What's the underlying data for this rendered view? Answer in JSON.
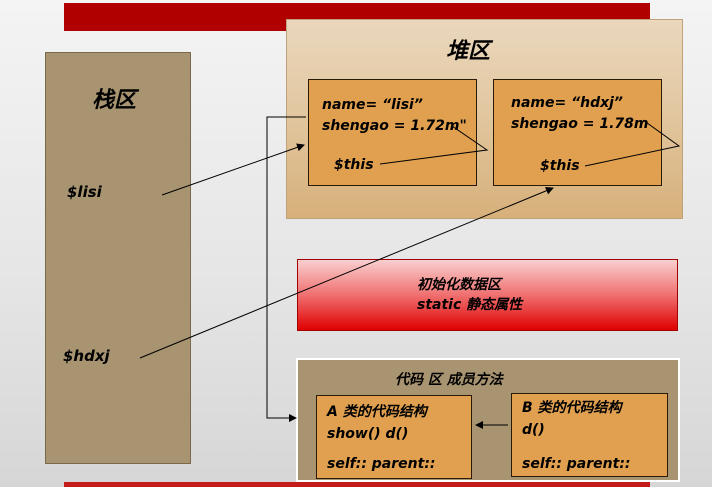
{
  "stack": {
    "title": "栈区",
    "var_lisi": "$lisi",
    "var_hdxj": "$hdxj"
  },
  "heap": {
    "title": "堆区",
    "objects": [
      {
        "name_line": "name= “lisi”",
        "height_line": "shengao = 1.72m\"",
        "this_label": "$this"
      },
      {
        "name_line": "name= “hdxj”",
        "height_line": "shengao = 1.78m",
        "this_label": "$this"
      }
    ]
  },
  "init_area": {
    "line1": "初始化数据区",
    "line2": "static 静态属性"
  },
  "code_area": {
    "title": "代码 区    成员方法",
    "class_a": {
      "line1": "A 类的代码结构",
      "line2": "show()   d()",
      "line3": "self::   parent::"
    },
    "class_b": {
      "line1": "B 类的代码结构",
      "line2": "d()",
      "line3": "self::  parent::"
    }
  },
  "colors": {
    "top_bar": "#b00000",
    "stack_fill": "#a89470",
    "heap_fill": "#e2c8a1",
    "object_fill": "#e0a050",
    "init_fill": "#f07070",
    "code_fill": "#a89470"
  }
}
